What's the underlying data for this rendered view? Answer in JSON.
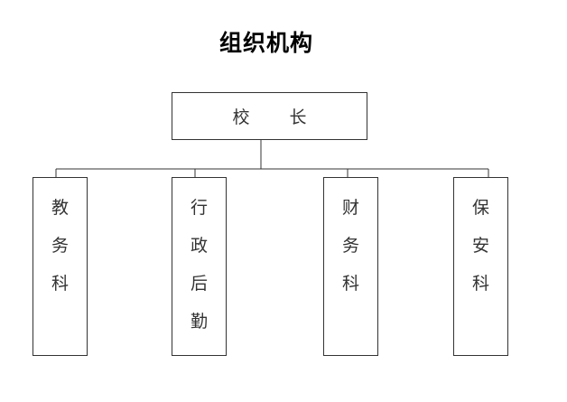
{
  "title": "组织机构",
  "root": {
    "label_first": "校",
    "label_second": "长"
  },
  "departments": [
    {
      "chars": [
        "教",
        "务",
        "科"
      ]
    },
    {
      "chars": [
        "行",
        "政",
        "后",
        "勤"
      ]
    },
    {
      "chars": [
        "财",
        "务",
        "科"
      ]
    },
    {
      "chars": [
        "保",
        "安",
        "科"
      ]
    }
  ],
  "colors": {
    "line": "#333333",
    "text": "#333333",
    "title": "#000000"
  }
}
